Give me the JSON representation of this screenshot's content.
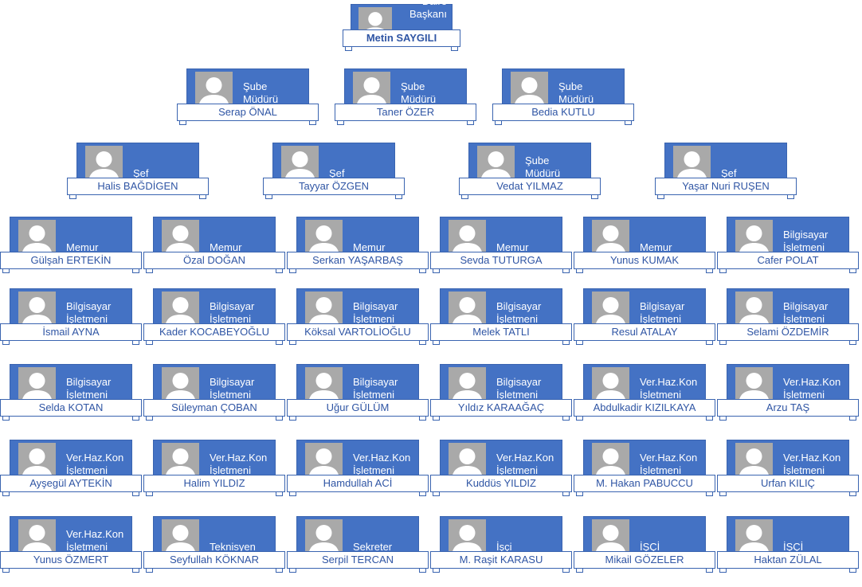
{
  "colors": {
    "card_fill": "#4472c4",
    "name_text": "#2f55a4",
    "photo_placeholder": "#a9a9a9"
  },
  "icons": {
    "photo": "person-silhouette-icon"
  },
  "rows": [
    [
      {
        "title": "Daire\nBaşkanı",
        "name": "Metin SAYGILI"
      }
    ],
    [
      {
        "title": "Şube\nMüdürü",
        "name": "Serap ÖNAL"
      },
      {
        "title": "Şube\nMüdürü",
        "name": "Taner ÖZER"
      },
      {
        "title": "Şube\nMüdürü",
        "name": "Bedia KUTLU"
      }
    ],
    [
      {
        "title": "Şef",
        "name": "Halis BAĞDİGEN"
      },
      {
        "title": "Şef",
        "name": "Tayyar ÖZGEN"
      },
      {
        "title": "Şube\nMüdürü",
        "name": "Vedat YILMAZ"
      },
      {
        "title": "Şef",
        "name": "Yaşar Nuri RUŞEN"
      }
    ],
    [
      {
        "title": "Memur",
        "name": "Gülşah ERTEKİN"
      },
      {
        "title": "Memur",
        "name": "Özal DOĞAN"
      },
      {
        "title": "Memur",
        "name": "Serkan YAŞARBAŞ"
      },
      {
        "title": "Memur",
        "name": "Sevda TUTURGA"
      },
      {
        "title": "Memur",
        "name": "Yunus KUMAK"
      },
      {
        "title": "Bilgisayar\nİşletmeni",
        "name": "Cafer POLAT"
      }
    ],
    [
      {
        "title": "Bilgisayar\nİşletmeni",
        "name": "İsmail AYNA"
      },
      {
        "title": "Bilgisayar\nİşletmeni",
        "name": "Kader KOCABEYOĞLU"
      },
      {
        "title": "Bilgisayar\nİşletmeni",
        "name": "Köksal VARTOLİOĞLU"
      },
      {
        "title": "Bilgisayar\nİşletmeni",
        "name": "Melek TATLI"
      },
      {
        "title": "Bilgisayar\nİşletmeni",
        "name": "Resul ATALAY"
      },
      {
        "title": "Bilgisayar\nİşletmeni",
        "name": "Selami ÖZDEMİR"
      }
    ],
    [
      {
        "title": "Bilgisayar\nİşletmeni",
        "name": "Selda KOTAN"
      },
      {
        "title": "Bilgisayar\nİşletmeni",
        "name": "Süleyman ÇOBAN"
      },
      {
        "title": "Bilgisayar\nİşletmeni",
        "name": "Uğur GÜLÜM"
      },
      {
        "title": "Bilgisayar\nİşletmeni",
        "name": "Yıldız KARAAĞAÇ"
      },
      {
        "title": "Ver.Haz.Kon\nİşletmeni",
        "name": "Abdulkadir KIZILKAYA"
      },
      {
        "title": "Ver.Haz.Kon\nİşletmeni",
        "name": "Arzu TAŞ"
      }
    ],
    [
      {
        "title": "Ver.Haz.Kon\nİşletmeni",
        "name": "Ayşegül AYTEKİN"
      },
      {
        "title": "Ver.Haz.Kon\nİşletmeni",
        "name": "Halim YILDIZ"
      },
      {
        "title": "Ver.Haz.Kon\nİşletmeni",
        "name": "Hamdullah ACİ"
      },
      {
        "title": "Ver.Haz.Kon\nİşletmeni",
        "name": "Kuddüs YILDIZ"
      },
      {
        "title": "Ver.Haz.Kon\nİşletmeni",
        "name": "M. Hakan PABUCCU"
      },
      {
        "title": "Ver.Haz.Kon\nİşletmeni",
        "name": "Urfan KILIÇ"
      }
    ],
    [
      {
        "title": "Ver.Haz.Kon\nİşletmeni",
        "name": "Yunus ÖZMERT"
      },
      {
        "title": "Teknisyen",
        "name": "Seyfullah KÖKNAR"
      },
      {
        "title": "Sekreter",
        "name": "Serpil TERCAN"
      },
      {
        "title": "İşçi",
        "name": "M. Raşit KARASU"
      },
      {
        "title": "İŞÇİ",
        "name": "Mikail GÖZELER"
      },
      {
        "title": "İŞÇİ",
        "name": "Haktan ZÜLAL"
      }
    ]
  ]
}
